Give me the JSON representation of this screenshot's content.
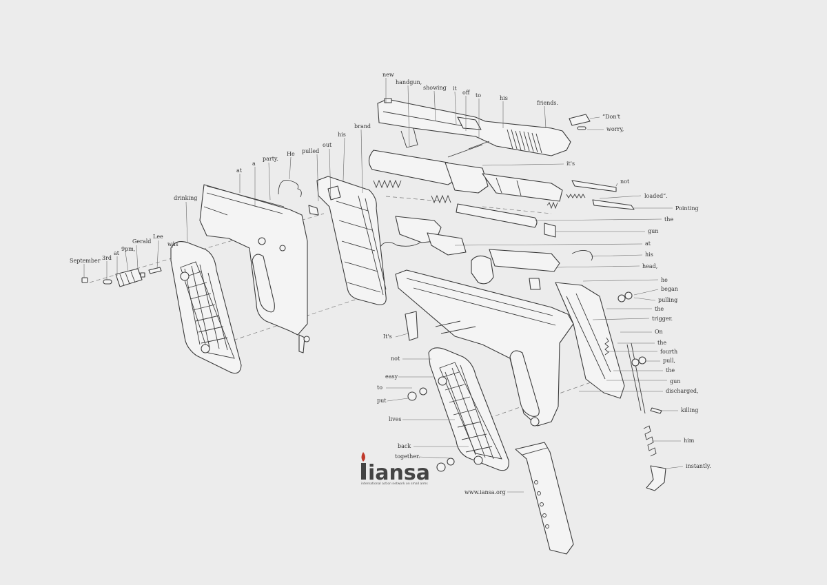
{
  "story_words": [
    "September",
    "3rd",
    "at",
    "9pm,",
    "Gerald",
    "Lee",
    "was",
    "drinking",
    "at",
    "a",
    "party.",
    "He",
    "pulled",
    "out",
    "his",
    "brand",
    "new",
    "handgun,",
    "showing",
    "it",
    "off",
    "to",
    "his",
    "friends.",
    "“Don't",
    "worry,",
    "it's",
    "not",
    "loaded”.",
    "Pointing",
    "the",
    "gun",
    "at",
    "his",
    "head,",
    "he",
    "began",
    "pulling",
    "the",
    "trigger.",
    "On",
    "the",
    "fourth",
    "pull,",
    "the",
    "gun",
    "discharged,",
    "killing",
    "him",
    "instantly.",
    "It's",
    "not",
    "easy",
    "to",
    "put",
    "lives",
    "back",
    "together."
  ],
  "logo": {
    "name": "iansa",
    "tagline": "international action network on small arms"
  },
  "website": "www.iansa.org"
}
